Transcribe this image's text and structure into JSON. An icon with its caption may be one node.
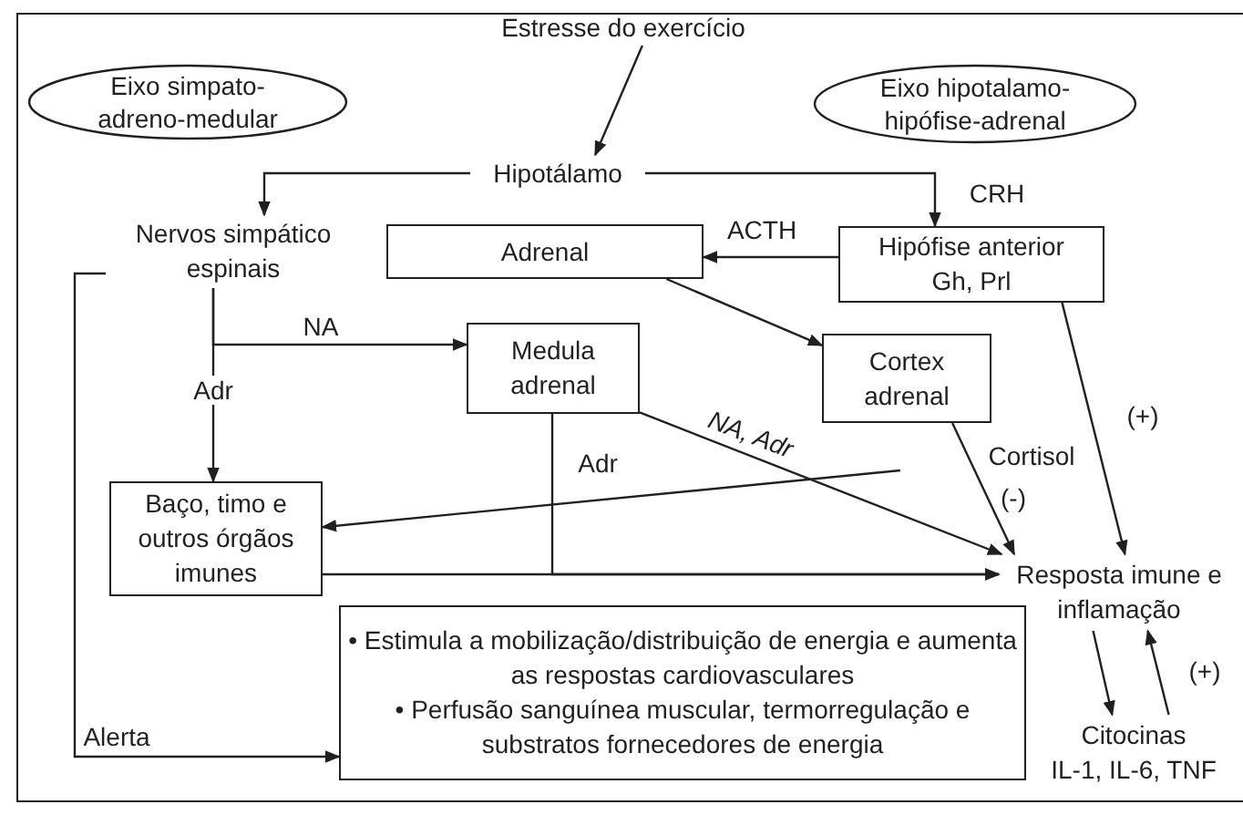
{
  "diagram": {
    "nodes": [
      {
        "text": [
          "Eixo simpato- adreno-medular"
        ]
      },
      {
        "text": [
          "Estresse do exercício"
        ]
      },
      {
        "text": [
          "Eixo hipotalamo- hipófise-adrenal"
        ]
      },
      {
        "text": [
          "Hipotálamo"
        ]
      },
      {
        "text": [
          "Nervos simpático espinais"
        ]
      },
      {
        "text": [
          "Adrenal"
        ]
      },
      {
        "text": [
          "Hipófise anterior",
          "Gh, Prl"
        ]
      },
      {
        "text": [
          "Medula adrenal"
        ]
      },
      {
        "text": [
          "Cortex adrenal"
        ]
      },
      {
        "text": [
          "Baço, timo e outros órgãos imunes"
        ]
      },
      {
        "text": [
          "Resposta imune e inflamação"
        ]
      },
      {
        "text": [
          "• Estimula a mobilização/distribuição de energia e aumenta as respostas cardiovasculares",
          "• Perfusão sanguínea muscular, termorregulação e substratos fornecedores de energia"
        ]
      },
      {
        "text": [
          "Citocinas",
          "IL-1, IL-6, TNF"
        ]
      }
    ],
    "edges": [
      {
        "from": 1,
        "to": 3,
        "arrow": "to"
      },
      {
        "from": 3,
        "to": 4,
        "arrow": "to"
      },
      {
        "from": 3,
        "to": 6,
        "arrow": "to",
        "label": "CRH"
      },
      {
        "from": 6,
        "to": 5,
        "arrow": "to",
        "label": "ACTH"
      },
      {
        "from": 5,
        "to": 8,
        "arrow": "to"
      },
      {
        "from": 4,
        "to": 7,
        "arrow": "to",
        "label": "NA"
      },
      {
        "from": 4,
        "to": 9,
        "arrow": "to",
        "label": "Adr"
      },
      {
        "from": 7,
        "to": 10,
        "arrow": "to",
        "label": "NA, Adr"
      },
      {
        "from": 7,
        "to": 10,
        "arrow": "to",
        "label": "Adr"
      },
      {
        "from": 9,
        "to": 10,
        "arrow": "to"
      },
      {
        "from": null,
        "to": 9,
        "arrow": "to"
      },
      {
        "from": 8,
        "to": 10,
        "arrow": "to",
        "label": "Cortisol"
      },
      {
        "from": 6,
        "to": 10,
        "arrow": "to",
        "label": "(+)"
      },
      {
        "from": 10,
        "to": 12,
        "arrow": "to"
      },
      {
        "from": 12,
        "to": 10,
        "arrow": "to",
        "label": "(+)"
      },
      {
        "from": 4,
        "to": 11,
        "arrow": "to",
        "label": "Alerta"
      }
    ],
    "labels": [
      "(-)"
    ]
  }
}
